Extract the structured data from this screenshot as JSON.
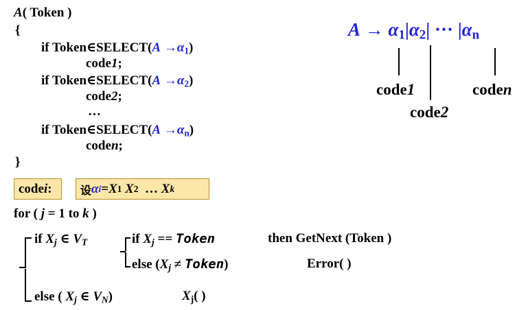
{
  "func": {
    "name": "A",
    "param": "( Token )",
    "open": "{",
    "close": "}"
  },
  "rules": [
    {
      "cond_prefix": "if Token",
      "elem": "∈",
      "select": "SELECT(",
      "lhs": "A",
      "arrow": "→",
      "alpha": "α",
      "sub": "1",
      "close": ")",
      "code": "code",
      "code_i": "1",
      "semi": ";"
    },
    {
      "cond_prefix": "if Token",
      "elem": "∈",
      "select": "SELECT(",
      "lhs": "A",
      "arrow": "→",
      "alpha": "α",
      "sub": "2",
      "close": ")",
      "code": "code",
      "code_i": "2",
      "semi": ";"
    },
    {
      "cond_prefix": "if Token",
      "elem": "∈",
      "select": "SELECT(",
      "lhs": "A",
      "arrow": "→",
      "alpha": "α",
      "sub": "n",
      "close": ")",
      "code": "code",
      "code_i": "n",
      "semi": ";"
    }
  ],
  "ellipsis": "…",
  "production": {
    "lhs": "A",
    "arrow": "→",
    "alpha": "α",
    "s1": "1",
    "bar": "|",
    "s2": "2",
    "dots": "···",
    "sn": "n"
  },
  "labels": {
    "code": "code",
    "one": "1",
    "two": "2",
    "n": "n"
  },
  "box1": {
    "code": "code",
    "i": "i",
    "colon": ":"
  },
  "box2": {
    "she": "设",
    "alpha": "α",
    "i": "i",
    "eq": "=",
    "X": "X",
    "s1": "1",
    "s2": "2",
    "dots": "…",
    "sk": "k"
  },
  "loop": {
    "for": "for (",
    "j": "j",
    "eq": "= 1 to",
    "k": "k",
    "close": ")"
  },
  "cases": {
    "if1": "if",
    "X": "X",
    "j": "j",
    "in": "∈",
    "V": "V",
    "T": "T",
    "N": "N",
    "if2": "if",
    "eqeq": "==",
    "token": "Token",
    "then": "then GetNext (Token )",
    "else1": "else (",
    "neq": "≠",
    "close": ")",
    "error": "Error( )",
    "else2": "else (",
    "call": "( )"
  }
}
